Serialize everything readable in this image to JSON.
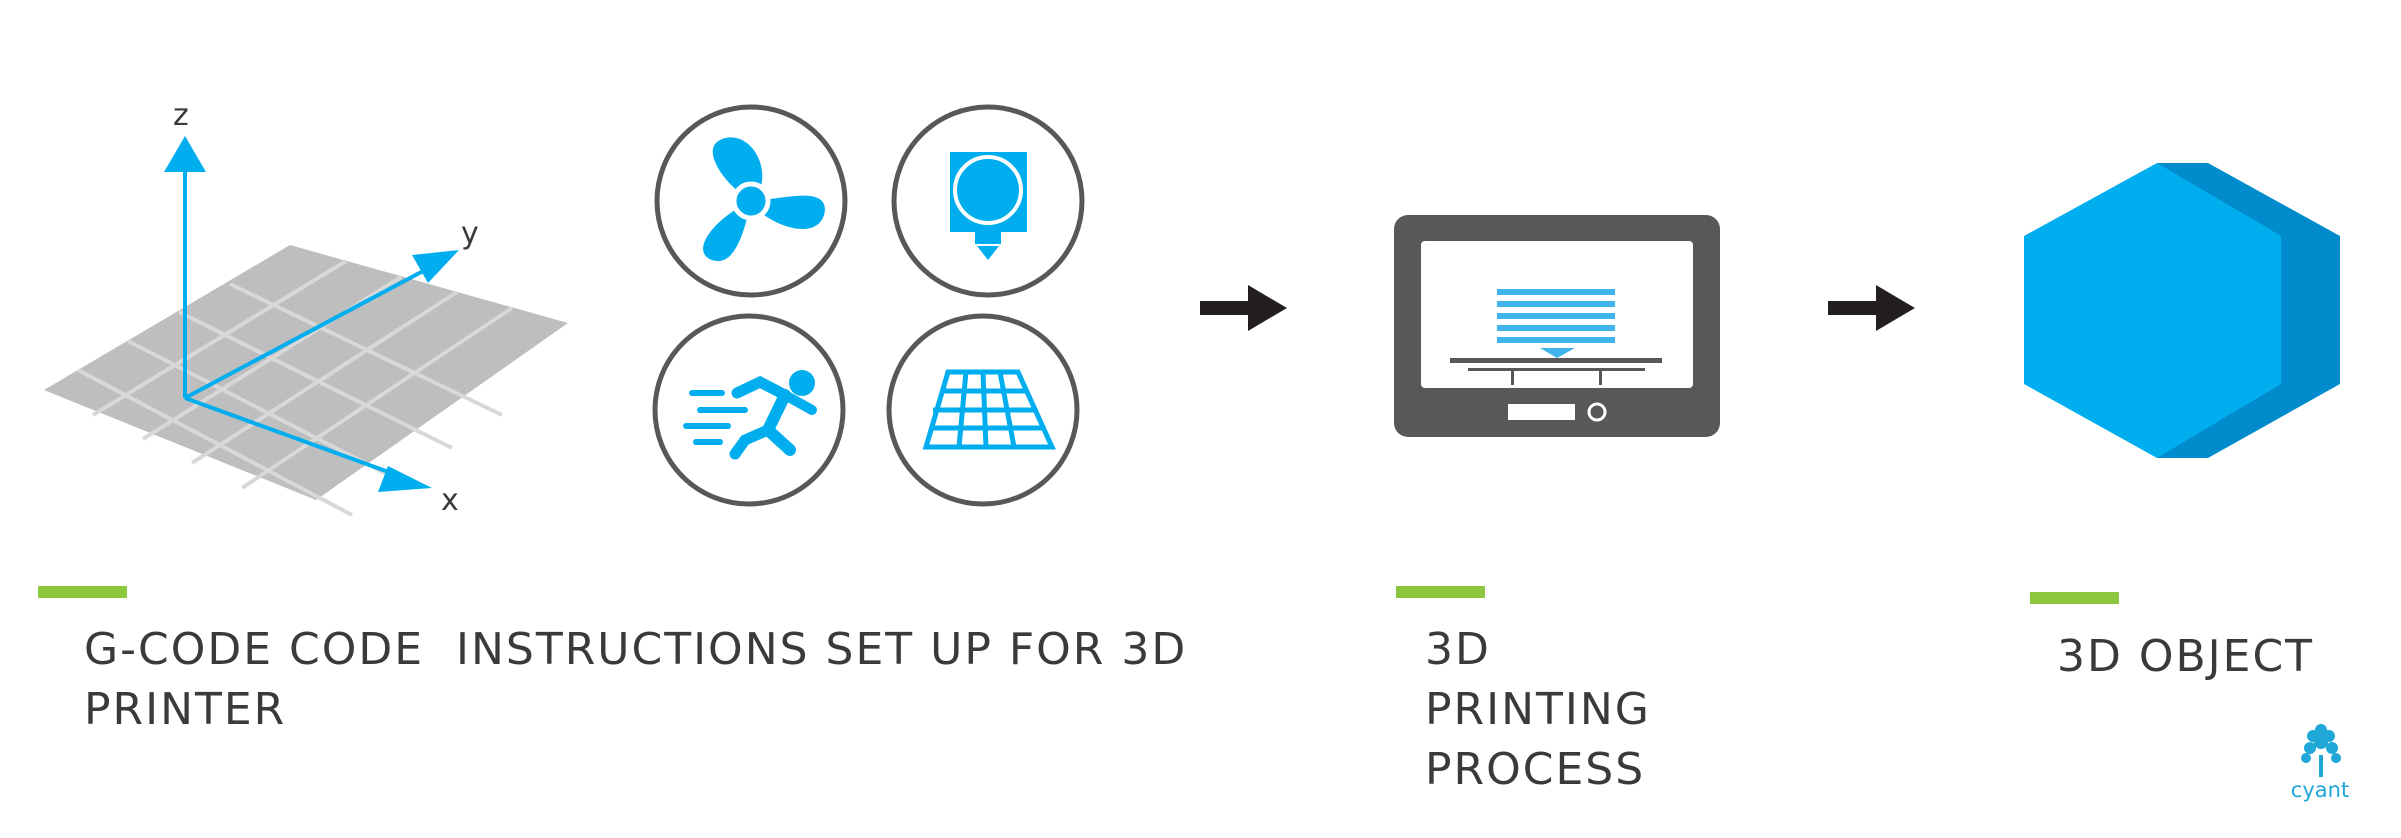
{
  "colors": {
    "accent_blue": "#00aeef",
    "dark_blue": "#008ccc",
    "green_bar": "#8dc63f",
    "dark_gray": "#58585a",
    "grid_gray": "#bebebe",
    "arrow_black": "#231f20"
  },
  "axes": {
    "z_label": "z",
    "y_label": "y",
    "x_label": "x"
  },
  "icons": [
    "fan-icon",
    "extruder-icon",
    "speed-runner-icon",
    "bed-grid-icon"
  ],
  "captions": {
    "gcode": "G-CODE CODE  INSTRUCTIONS SET UP FOR 3D\nPRINTER",
    "printing": "3D\nPRINTING\nPROCESS",
    "object": "3D OBJECT"
  },
  "logo": {
    "text": "cyant"
  }
}
